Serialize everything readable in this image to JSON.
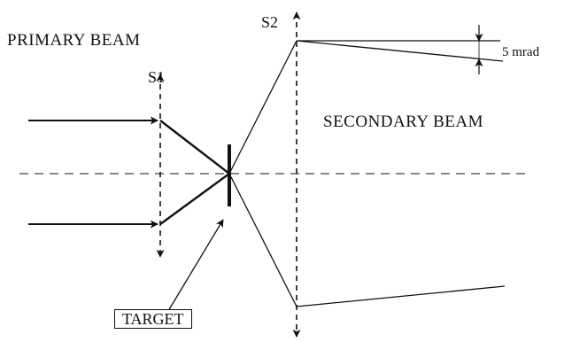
{
  "labels": {
    "primary_beam": "PRIMARY BEAM",
    "secondary_beam": "SECONDARY BEAM",
    "s1": "S1",
    "s2": "S2",
    "angle": "5 mrad",
    "target": "TARGET"
  },
  "colors": {
    "ink": "#111111",
    "background": "#ffffff"
  }
}
